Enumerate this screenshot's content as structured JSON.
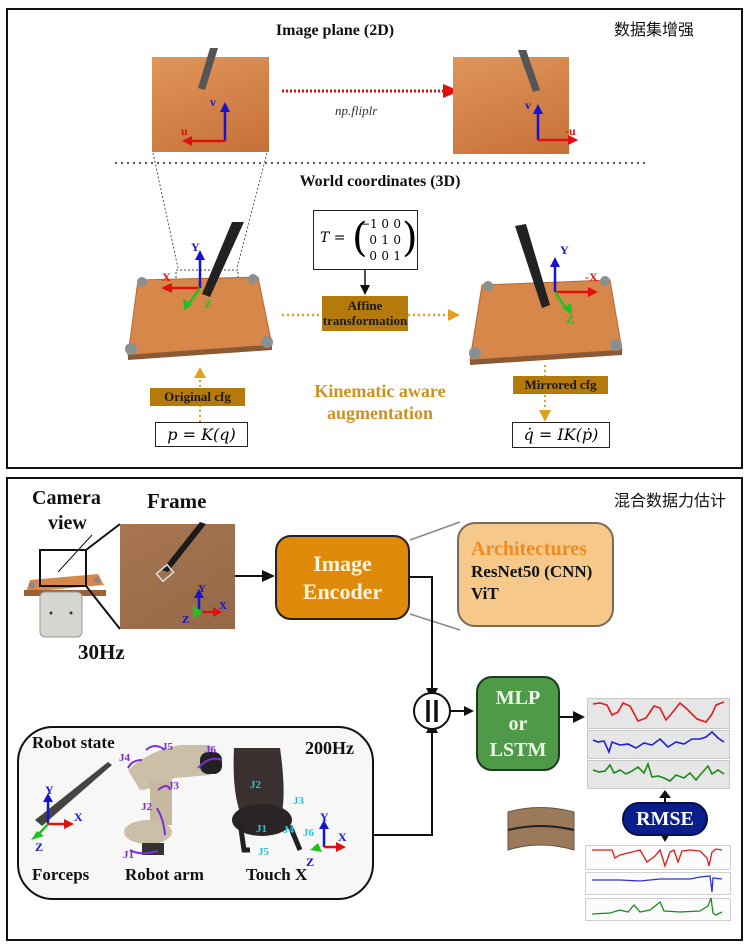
{
  "top_panel": {
    "chinese_title": "数据集增强",
    "image_plane_title": "Image plane (2D)",
    "flip_label": "np.fliplr",
    "left_image_axes": {
      "horizontal": "u",
      "vertical": "v"
    },
    "right_image_axes": {
      "horizontal": "-u",
      "vertical": "v"
    },
    "world_title": "World coordinates (3D)",
    "matrix_lhs": "T =",
    "matrix_rows": [
      [
        "−1",
        "0",
        "0"
      ],
      [
        "0",
        "1",
        "0"
      ],
      [
        "0",
        "0",
        "1"
      ]
    ],
    "affine_label_line1": "Affine",
    "affine_label_line2": "transformation",
    "left_world_axes": {
      "x": "X",
      "y": "Y",
      "z": "Z"
    },
    "right_world_axes": {
      "x": "-X",
      "y": "Y",
      "z": "Z"
    },
    "original_cfg_label": "Original cfg",
    "mirrored_cfg_label": "Mirrored cfg",
    "kinematic_line1": "Kinematic aware",
    "kinematic_line2": "augmentation",
    "formula_left": "p = K(q)",
    "formula_right": "q̇ = IK(ṗ)"
  },
  "bottom_panel": {
    "chinese_title": "混合数据力估计",
    "camera_label_line1": "Camera",
    "camera_label_line2": "view",
    "frame_label": "Frame",
    "camera_rate": "30Hz",
    "frame_axes": {
      "x": "X",
      "y": "Y",
      "z": "Z"
    },
    "encoder_line1": "Image",
    "encoder_line2": "Encoder",
    "arch_title": "Architectures",
    "arch_items": [
      "ResNet50 (CNN)",
      "ViT"
    ],
    "concat_symbol": "||",
    "model_line1": "MLP",
    "model_line2": "or",
    "model_line3": "LSTM",
    "rmse_label": "RMSE",
    "robot_state": {
      "title": "Robot state",
      "rate": "200Hz",
      "forceps_label": "Forceps",
      "robot_arm_label": "Robot arm",
      "touch_label": "Touch X",
      "forceps_axes": {
        "x": "X",
        "y": "Y",
        "z": "Z"
      },
      "arm_joints": [
        "J1",
        "J2",
        "J3",
        "J4",
        "J5",
        "J6"
      ],
      "touch_joints": [
        "J1",
        "J2",
        "J3",
        "J4",
        "J5",
        "J6"
      ],
      "touch_axes": {
        "x": "X",
        "y": "Y",
        "z": "Z"
      }
    },
    "colors": {
      "predicted_x": "#e41a1c",
      "predicted_y": "#1f1fd6",
      "predicted_z": "#1a8a1a",
      "encoder": "#e08a0c",
      "mlp": "#4e9a48",
      "rmse": "#0a1f8a",
      "arm_joint": "#7a2fd8",
      "touch_joint": "#25c3e0"
    }
  }
}
